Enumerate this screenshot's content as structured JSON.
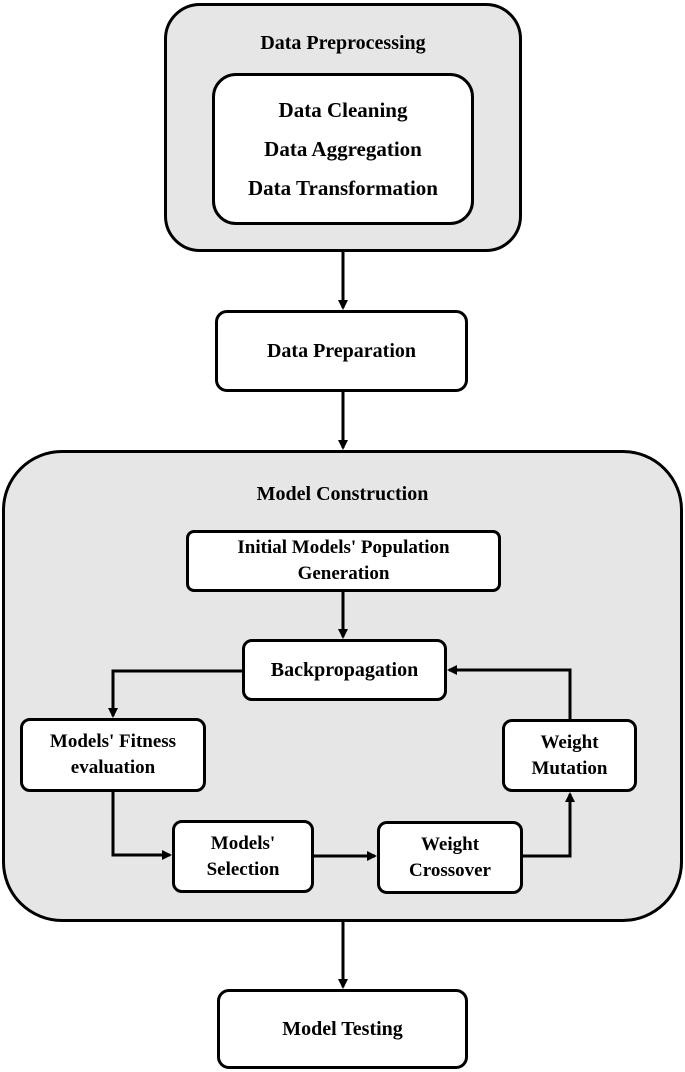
{
  "preprocessing": {
    "title": "Data Preprocessing",
    "steps": [
      "Data Cleaning",
      "Data Aggregation",
      "Data Transformation"
    ]
  },
  "preparation": {
    "label": "Data Preparation"
  },
  "construction": {
    "title": "Model Construction",
    "initial_population": [
      "Initial Models' Population",
      "Generation"
    ],
    "backpropagation": "Backpropagation",
    "fitness": [
      "Models' Fitness",
      "evaluation"
    ],
    "selection": [
      "Models'",
      "Selection"
    ],
    "crossover": [
      "Weight",
      "Crossover"
    ],
    "mutation": [
      "Weight",
      "Mutation"
    ]
  },
  "testing": {
    "label": "Model Testing"
  },
  "colors": {
    "group_fill": "#e6e6e6",
    "box_fill": "#ffffff",
    "stroke": "#000000"
  }
}
